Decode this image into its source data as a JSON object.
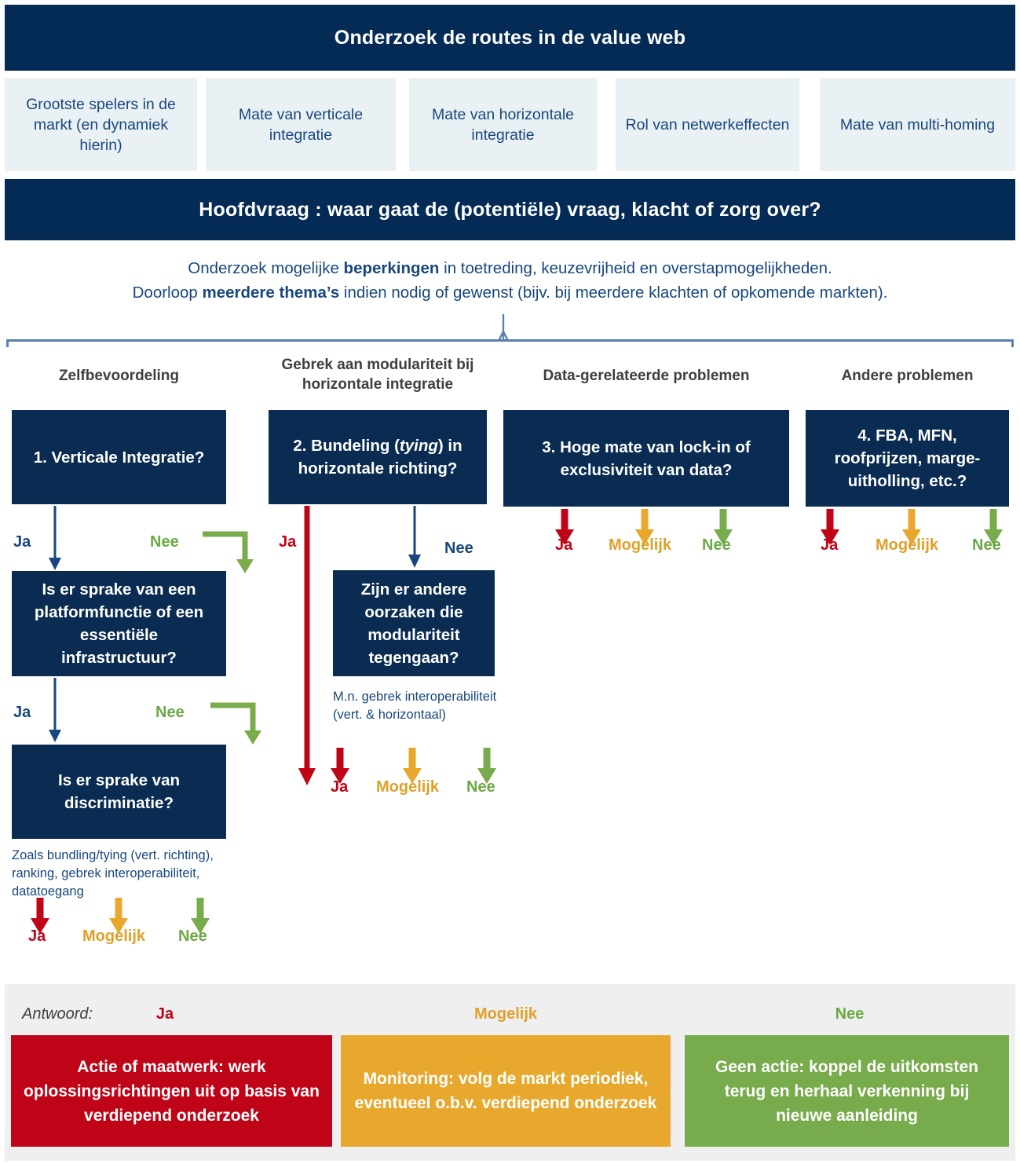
{
  "header": {
    "title": "Onderzoek de routes in de value web",
    "chips": [
      "Grootste spelers in de markt (en dynamiek hierin)",
      "Mate van verticale integratie",
      "Mate van horizontale integratie",
      "Rol van netwerkeffecten",
      "Mate van multi-homing"
    ]
  },
  "main_question": "Hoofdvraag : waar gaat de (potentiële) vraag, klacht of zorg over?",
  "intro": {
    "line1_a": "Onderzoek mogelijke ",
    "line1_b": "beperkingen",
    "line1_c": " in toetreding, keuzevrijheid en overstapmogelijkheden.",
    "line2_a": "Doorloop ",
    "line2_b": "meerdere thema’s",
    "line2_c": " indien nodig of gewenst (bijv. bij meerdere klachten of opkomende markten)."
  },
  "columns": [
    {
      "title": "Zelfbevoordeling"
    },
    {
      "title": "Gebrek aan modulariteit bij horizontale integratie"
    },
    {
      "title": "Data-gerelateerde problemen"
    },
    {
      "title": "Andere problemen"
    }
  ],
  "boxes": {
    "q1": "1. Verticale Integratie?",
    "q1a": "Is er sprake van een platformfunctie of een essentiële infrastructuur?",
    "q1b": "Is er sprake van discriminatie?",
    "q2_pre": "2. Bundeling (",
    "q2_em": "tying",
    "q2_post": ") in horizontale richting?",
    "q2a": "Zijn er andere oorzaken die modulariteit tegengaan?",
    "q3": "3. Hoge mate van lock-in of exclusiviteit van data?",
    "q4": "4. FBA, MFN, roofprijzen, marge-uitholling, etc.?"
  },
  "notes": {
    "col1": "Zoals bundling/tying (vert. richting), ranking, gebrek interoperabiliteit, datatoegang",
    "col2": "M.n. gebrek interoperabiliteit (vert. & horizontaal)"
  },
  "labels": {
    "ja": "Ja",
    "nee": "Nee",
    "mogelijk": "Mogelijk"
  },
  "legend": {
    "antwoord": "Antwoord:",
    "ja": "Ja",
    "mogelijk": "Mogelijk",
    "nee": "Nee",
    "action_ja": "Actie of maatwerk: werk oplossingsrichtingen uit op basis van verdiepend onderzoek",
    "action_mogelijk": "Monitoring: volg de markt periodiek, eventueel o.b.v. verdiepend onderzoek",
    "action_nee": "Geen actie: koppel de uitkomsten terug en herhaal verkenning bij nieuwe aanleiding"
  },
  "colors": {
    "navy": "#042b55",
    "box_navy": "#0a2c53",
    "chip_bg": "#eaf1f4",
    "chip_text": "#17477e",
    "red": "#c00418",
    "amber": "#e8a82d",
    "green": "#77ab4b",
    "panel_gray": "#efefef"
  }
}
